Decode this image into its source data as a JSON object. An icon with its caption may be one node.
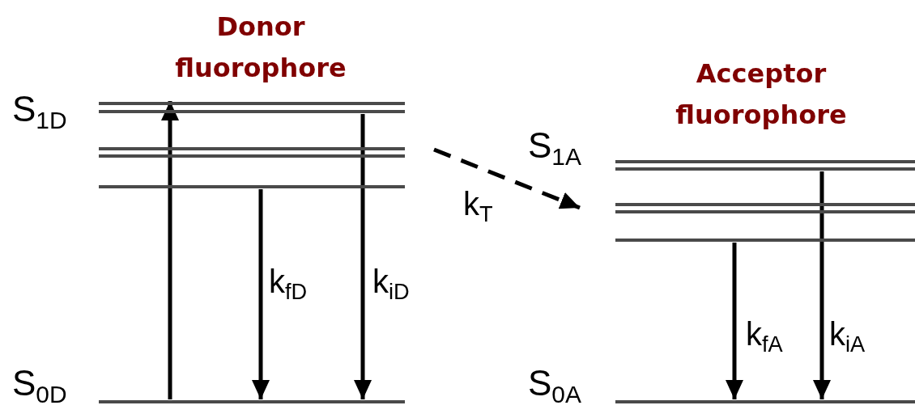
{
  "diagram": {
    "nodes": [
      {
        "text": [],
        "shape": "bar",
        "beside": [
          "S$_{1D}$"
        ]
      },
      {
        "text": [],
        "shape": "bar"
      },
      {
        "text": [],
        "shape": "bar"
      },
      {
        "text": [],
        "shape": "bar",
        "beside": [
          "S$_{0D}$"
        ]
      },
      {
        "text": [],
        "shape": "bar",
        "beside": [
          "S$_{1A}$"
        ]
      },
      {
        "text": [],
        "shape": "bar"
      },
      {
        "text": [],
        "shape": "bar"
      },
      {
        "text": [],
        "shape": "bar",
        "beside": [
          "S$_{0A}$"
        ]
      }
    ],
    "edges": [
      {
        "from": 3,
        "to": 0,
        "arrow": "to"
      },
      {
        "from": 2,
        "to": 3,
        "arrow": "to",
        "label": "k$_{fD}$"
      },
      {
        "from": 0,
        "to": 3,
        "arrow": "to",
        "label": "k$_{iD}$"
      },
      {
        "from": 1,
        "to": 5,
        "arrow": "to",
        "label": "k$_{T}$",
        "style": "dashed"
      },
      {
        "from": 6,
        "to": 7,
        "arrow": "to",
        "label": "k$_{fA}$"
      },
      {
        "from": 4,
        "to": 7,
        "arrow": "to",
        "label": "k$_{iA}$"
      }
    ],
    "labels": [
      "Donor fluorophore",
      "Acceptor fluorophore"
    ]
  }
}
